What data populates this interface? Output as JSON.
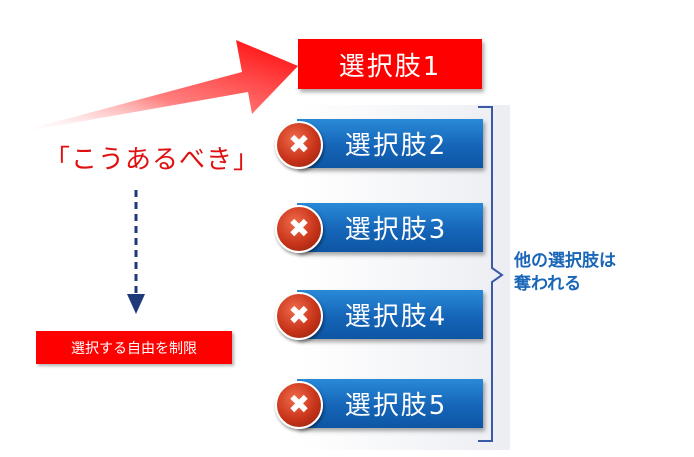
{
  "choices": {
    "choice1": "選択肢1",
    "choice2": "選択肢2",
    "choice3": "選択肢3",
    "choice4": "選択肢4",
    "choice5": "選択肢5"
  },
  "cross_symbol": "✖",
  "must_label": "「こうあるべき」",
  "limit_label": "選択する自由を制限",
  "note": {
    "line1": "他の選択肢は",
    "line2": "奪われる"
  },
  "colors": {
    "red": "#ff0000",
    "blue": "#1565b8",
    "dark_blue": "#1e3a78",
    "bracket": "#3a5aa8"
  }
}
